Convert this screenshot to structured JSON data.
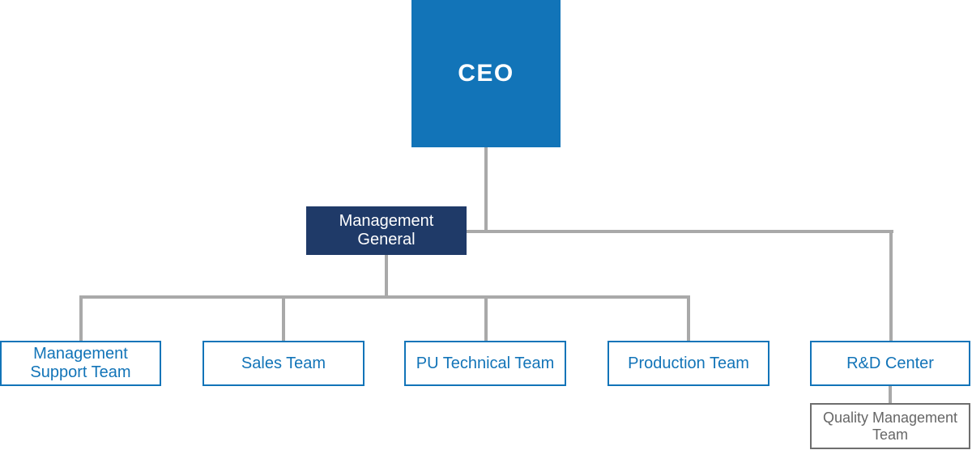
{
  "colors": {
    "primary_blue": "#1274b8",
    "navy": "#1f3a68",
    "connector_gray": "#a9a9a9",
    "sub_team_border_gray": "#6e6e6e",
    "sub_team_text_gray": "#666666",
    "background": "#ffffff"
  },
  "nodes": {
    "ceo": {
      "label": "CEO"
    },
    "management_general": {
      "label": "Management General"
    },
    "teams": [
      {
        "label": "Management Support Team"
      },
      {
        "label": "Sales Team"
      },
      {
        "label": "PU Technical Team"
      },
      {
        "label": "Production Team"
      },
      {
        "label": "R&D Center"
      }
    ],
    "quality_team": {
      "label": "Quality Management Team"
    }
  }
}
